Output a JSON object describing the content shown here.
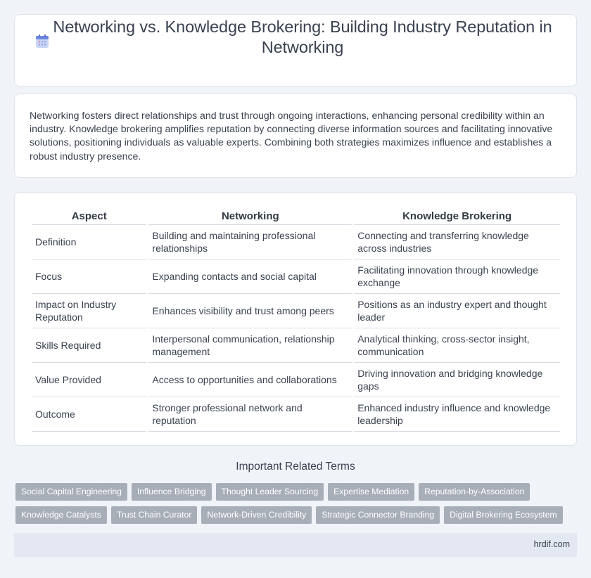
{
  "header": {
    "icon": "document-icon",
    "title": "Networking vs. Knowledge Brokering: Building Industry Reputation in Networking"
  },
  "intro": {
    "text": "Networking fosters direct relationships and trust through ongoing interactions, enhancing personal credibility within an industry. Knowledge brokering amplifies reputation by connecting diverse information sources and facilitating innovative solutions, positioning individuals as valuable experts. Combining both strategies maximizes influence and establishes a robust industry presence."
  },
  "table": {
    "headers": [
      "Aspect",
      "Networking",
      "Knowledge Brokering"
    ],
    "rows": [
      [
        "Definition",
        "Building and maintaining professional relationships",
        "Connecting and transferring knowledge across industries"
      ],
      [
        "Focus",
        "Expanding contacts and social capital",
        "Facilitating innovation through knowledge exchange"
      ],
      [
        "Impact on Industry Reputation",
        "Enhances visibility and trust among peers",
        "Positions as an industry expert and thought leader"
      ],
      [
        "Skills Required",
        "Interpersonal communication, relationship management",
        "Analytical thinking, cross-sector insight, communication"
      ],
      [
        "Value Provided",
        "Access to opportunities and collaborations",
        "Driving innovation and bridging knowledge gaps"
      ],
      [
        "Outcome",
        "Stronger professional network and reputation",
        "Enhanced industry influence and knowledge leadership"
      ]
    ]
  },
  "related": {
    "heading": "Important Related Terms",
    "row1": [
      "Social Capital Engineering",
      "Influence Bridging",
      "Thought Leader Sourcing",
      "Expertise Mediation",
      "Reputation-by-Association"
    ],
    "row2": [
      "Knowledge Catalysts",
      "Trust Chain Curator",
      "Network-Driven Credibility",
      "Strategic Connector Branding",
      "Digital Brokering Ecosystem"
    ]
  },
  "footer": {
    "site": "hrdif.com"
  },
  "colors": {
    "tag_bg": "#a8aeb8",
    "page_bg": "#f0f3f8",
    "footer_bg": "#e3e8f3"
  }
}
